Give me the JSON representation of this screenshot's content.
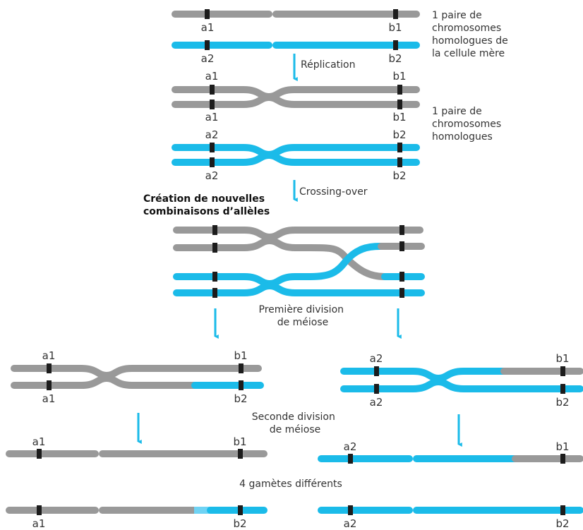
{
  "colors": {
    "paternal": "#999999",
    "maternal": "#1bbbe9",
    "light_maternal": "#6fd3f4",
    "marker": "#1c1c1c",
    "arrow": "#1bbbe9",
    "text": "#333333"
  },
  "alleles": {
    "a1": "a1",
    "a2": "a2",
    "b1": "b1",
    "b2": "b2"
  },
  "captions": {
    "mother_cell": [
      "1 paire de",
      "chromosomes",
      "homologues de",
      "la cellule mère"
    ],
    "pair": [
      "1 paire de",
      "chromosomes",
      "homologues"
    ],
    "new_combinations": [
      "Création de nouvelles",
      "combinaisons d’allèles"
    ],
    "first_division": [
      "Première division",
      "de méiose"
    ],
    "second_division": [
      "Seconde division",
      "de méiose"
    ],
    "gametes": "4 gamètes différents"
  },
  "steps": {
    "replication": "Réplication",
    "crossing_over": "Crossing-over"
  }
}
